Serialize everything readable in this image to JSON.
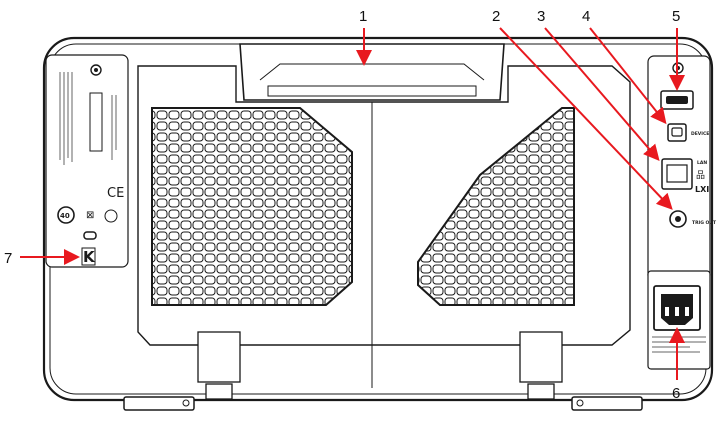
{
  "callouts": [
    {
      "id": "1",
      "label": "1"
    },
    {
      "id": "2",
      "label": "2"
    },
    {
      "id": "3",
      "label": "3"
    },
    {
      "id": "4",
      "label": "4"
    },
    {
      "id": "5",
      "label": "5"
    },
    {
      "id": "6",
      "label": "6"
    },
    {
      "id": "7",
      "label": "7"
    }
  ],
  "port_labels": {
    "device": "DEVICE",
    "lan": "LAN",
    "trig_out": "TRIG OUT"
  },
  "colors": {
    "arrow": "#e8191f",
    "outline": "#1a1a1a",
    "panel": "#ffffff"
  }
}
